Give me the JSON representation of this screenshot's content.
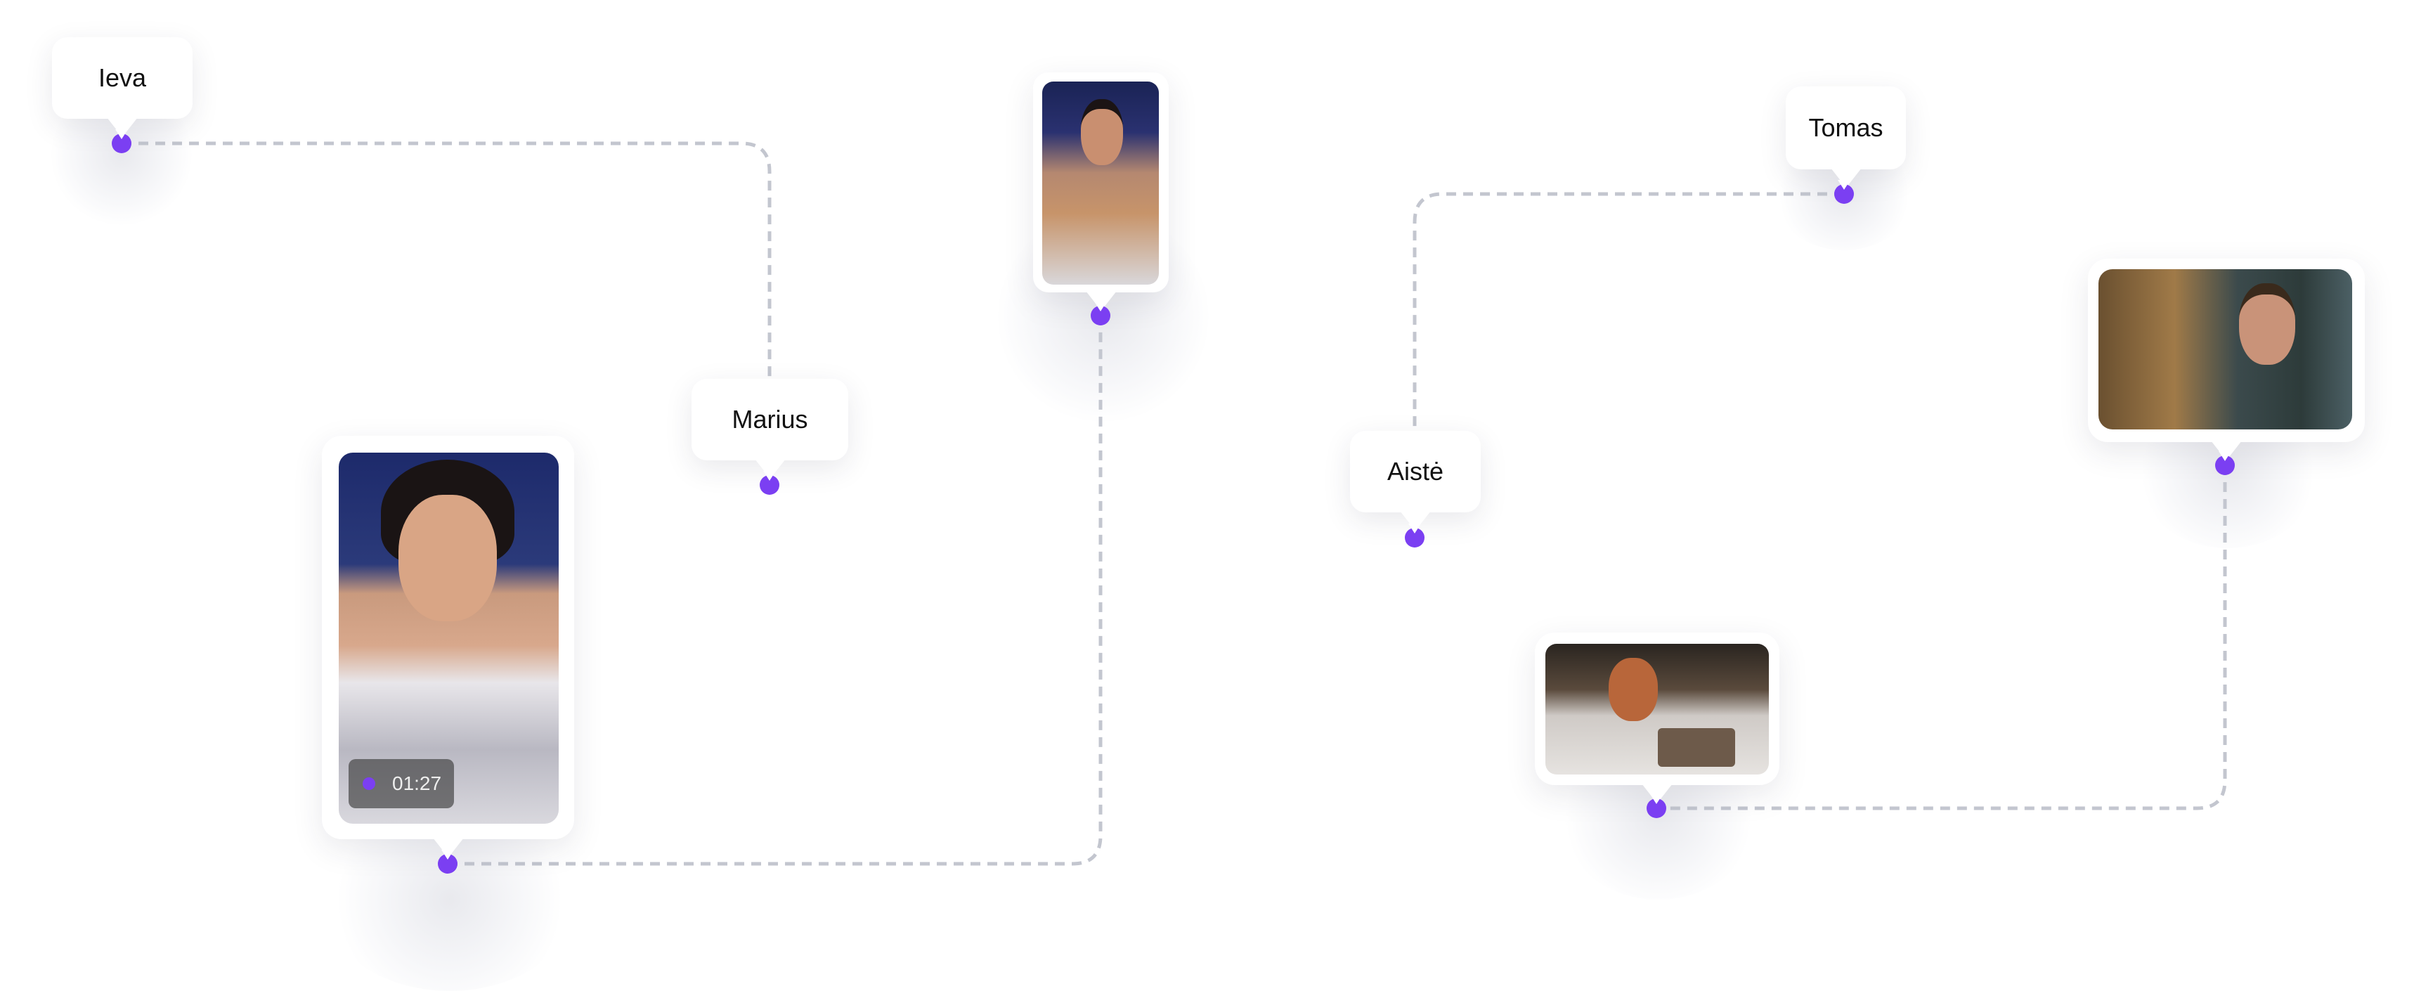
{
  "people": {
    "ieva": {
      "name": "Ieva"
    },
    "marius": {
      "name": "Marius"
    },
    "tomas": {
      "name": "Tomas"
    },
    "aiste": {
      "name": "Aistė"
    }
  },
  "video_card": {
    "timer": "01:27",
    "recording_color": "#7b3ff2"
  },
  "colors": {
    "accent": "#7b3ff2",
    "connector": "#c3c6cf"
  }
}
